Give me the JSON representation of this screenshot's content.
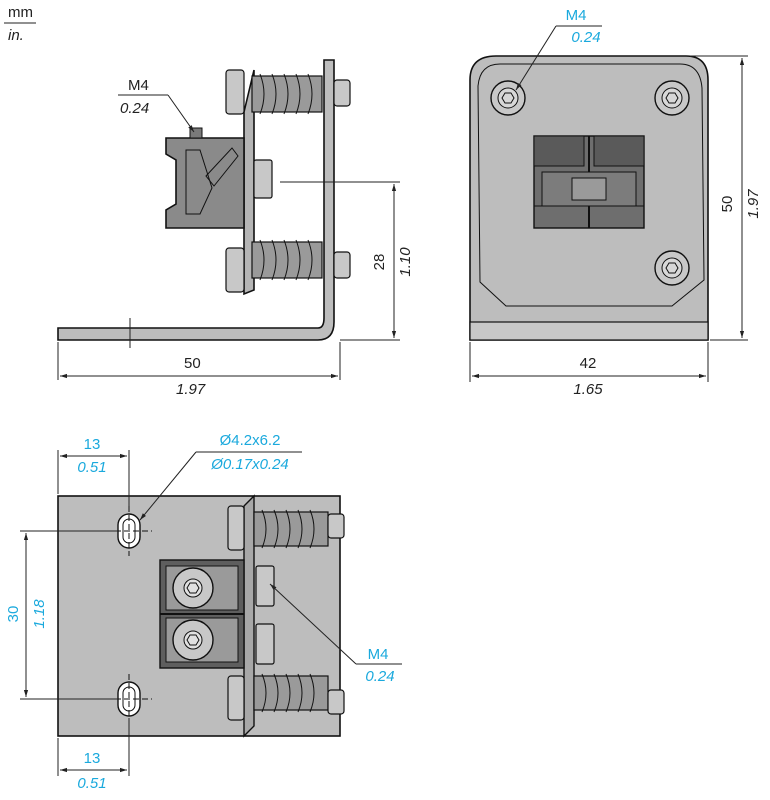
{
  "units": {
    "metric": "mm",
    "imperial": "in."
  },
  "side_view": {
    "screw_callout": {
      "mm": "M4",
      "in": "0.24"
    },
    "width": {
      "mm": "50",
      "in": "1.97"
    },
    "height": {
      "mm": "28",
      "in": "1.10"
    }
  },
  "front_view": {
    "screw_callout": {
      "mm": "M4",
      "in": "0.24"
    },
    "height": {
      "mm": "50",
      "in": "1.97"
    },
    "width": {
      "mm": "42",
      "in": "1.65"
    }
  },
  "top_view": {
    "slot_offset_top": {
      "mm": "13",
      "in": "0.51"
    },
    "slot_callout": {
      "mm": "Ø4.2x6.2",
      "in": "Ø0.17x0.24"
    },
    "slot_spacing": {
      "mm": "30",
      "in": "1.18"
    },
    "screw_callout": {
      "mm": "M4",
      "in": "0.24"
    },
    "slot_offset_bottom": {
      "mm": "13",
      "in": "0.51"
    }
  },
  "colors": {
    "metric_blue": "#1aa9dd",
    "part_gray": "#8a8a8a",
    "part_light": "#bdbdbd",
    "part_dark": "#5a5a5a"
  }
}
